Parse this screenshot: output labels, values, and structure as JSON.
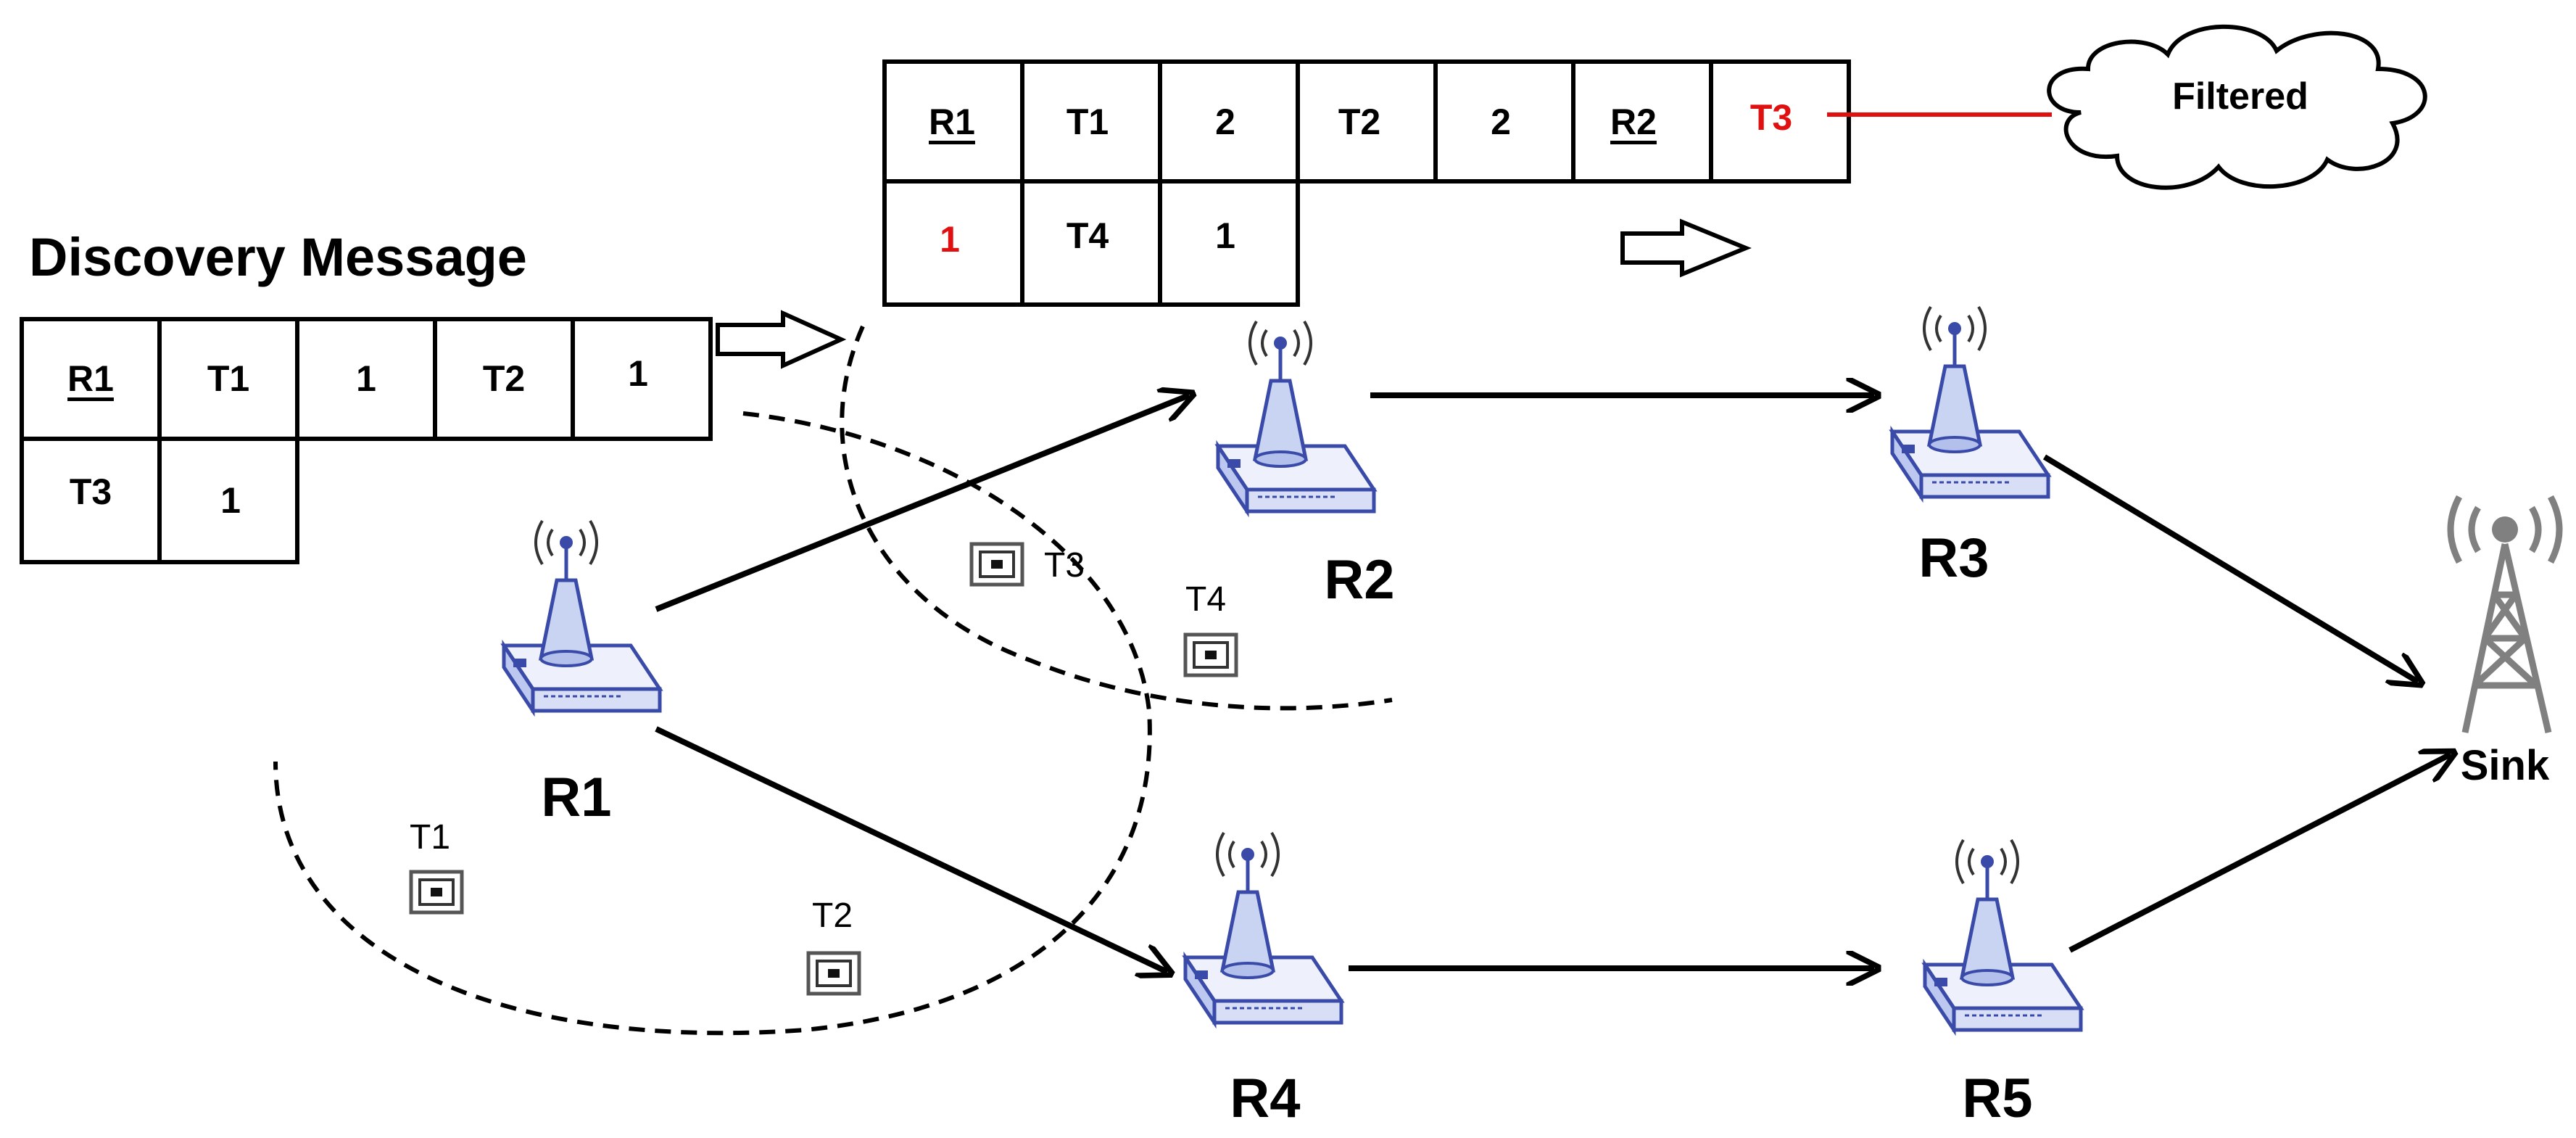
{
  "discovery": {
    "title": "Discovery Message",
    "row1": [
      "R1",
      "T1",
      "1",
      "T2",
      "1"
    ],
    "row2": [
      "T3",
      "1"
    ],
    "underlined": [
      "R1"
    ]
  },
  "forwarded": {
    "row1": [
      "R1",
      "T1",
      "2",
      "T2",
      "2",
      "R2",
      "T3"
    ],
    "row2": [
      "1",
      "T4",
      "1"
    ],
    "underlined": [
      "R1",
      "R2"
    ],
    "highlight_color": "#e01010",
    "highlighted": [
      "T3",
      "1"
    ]
  },
  "filtered_cloud": {
    "label": "Filtered"
  },
  "readers": [
    {
      "id": "R1",
      "label": "R1"
    },
    {
      "id": "R2",
      "label": "R2"
    },
    {
      "id": "R3",
      "label": "R3"
    },
    {
      "id": "R4",
      "label": "R4"
    },
    {
      "id": "R5",
      "label": "R5"
    }
  ],
  "tags": [
    {
      "id": "T1",
      "label": "T1"
    },
    {
      "id": "T2",
      "label": "T2"
    },
    {
      "id": "T3",
      "label": "T3"
    },
    {
      "id": "T4",
      "label": "T4"
    }
  ],
  "sink": {
    "label": "Sink",
    "icon": "cell-tower-icon"
  },
  "reader_icon": "wireless-router-icon",
  "tag_icon": "rfid-tag-icon",
  "colors": {
    "router_body": "#c9d3f2",
    "router_outline": "#3a4aa8",
    "sink": "#808080"
  }
}
